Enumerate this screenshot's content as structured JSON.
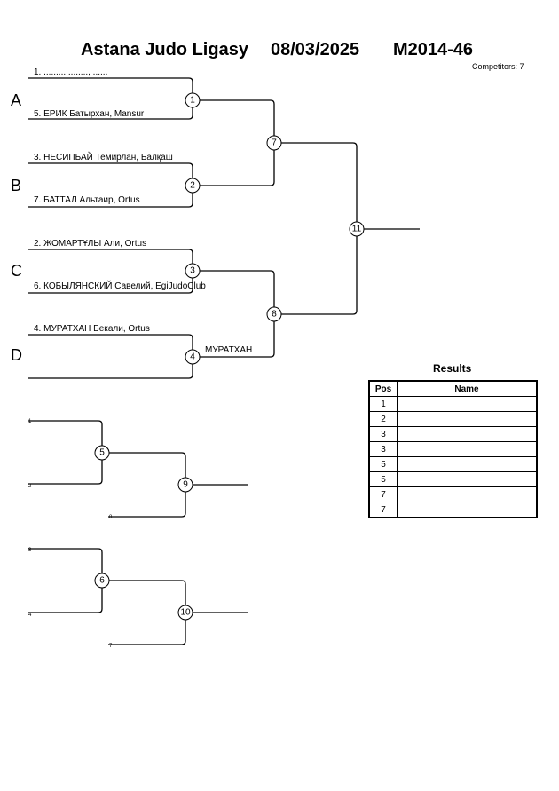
{
  "header": {
    "league": "Astana Judo Ligasy",
    "date": "08/03/2025",
    "category": "M2014-46",
    "competitors": "Competitors: 7"
  },
  "pools": [
    "A",
    "B",
    "C",
    "D"
  ],
  "entries": [
    "1. ......... ........, ......",
    "5. ЕРИК Батырхан, Mansur",
    "3. НЕСИПБАЙ Темирлан, Балқаш",
    "7. БАТТАЛ Альтаир, Ortus",
    "2. ЖОМАРТҰЛЫ Али, Ortus",
    "6. КОБЫЛЯНСКИЙ Савелий, EgiJudoClub",
    "4. МУРАТХАН Бекали, Ortus"
  ],
  "winner_label": "МУРАТХАН",
  "matches": [
    "1",
    "2",
    "3",
    "4",
    "5",
    "6",
    "7",
    "8",
    "9",
    "10",
    "11"
  ],
  "repechage_labels": [
    "1",
    "2",
    "8",
    "3",
    "4",
    "7"
  ],
  "results": {
    "title": "Results",
    "pos_header": "Pos",
    "name_header": "Name",
    "positions": [
      "1",
      "2",
      "3",
      "3",
      "5",
      "5",
      "7",
      "7"
    ]
  }
}
